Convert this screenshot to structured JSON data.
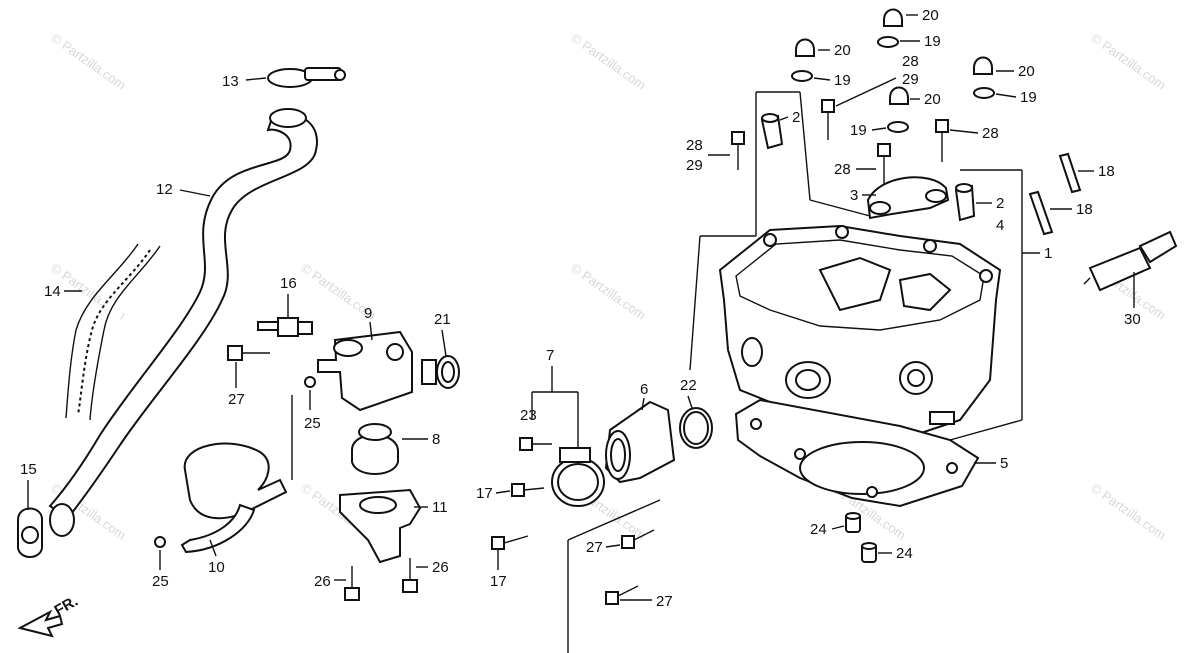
{
  "watermark": "© Partzilla.com",
  "direction_label": "FR.",
  "callouts": {
    "c1": "1",
    "c2a": "2",
    "c2b": "2",
    "c3": "3",
    "c4": "4",
    "c5": "5",
    "c6": "6",
    "c7": "7",
    "c8": "8",
    "c9": "9",
    "c10": "10",
    "c11": "11",
    "c12": "12",
    "c13": "13",
    "c14": "14",
    "c15": "15",
    "c16": "16",
    "c17a": "17",
    "c17b": "17",
    "c18a": "18",
    "c18b": "18",
    "c19a": "19",
    "c19b": "19",
    "c19c": "19",
    "c19d": "19",
    "c20a": "20",
    "c20b": "20",
    "c20c": "20",
    "c20d": "20",
    "c21": "21",
    "c22": "22",
    "c23": "23",
    "c24a": "24",
    "c24b": "24",
    "c25a": "25",
    "c25b": "25",
    "c26a": "26",
    "c26b": "26",
    "c27a": "27",
    "c27b": "27",
    "c27c": "27",
    "c28a": "28",
    "c28b": "28",
    "c28c": "28",
    "c28d": "28",
    "c29a": "29",
    "c29b": "29",
    "c30": "30"
  }
}
